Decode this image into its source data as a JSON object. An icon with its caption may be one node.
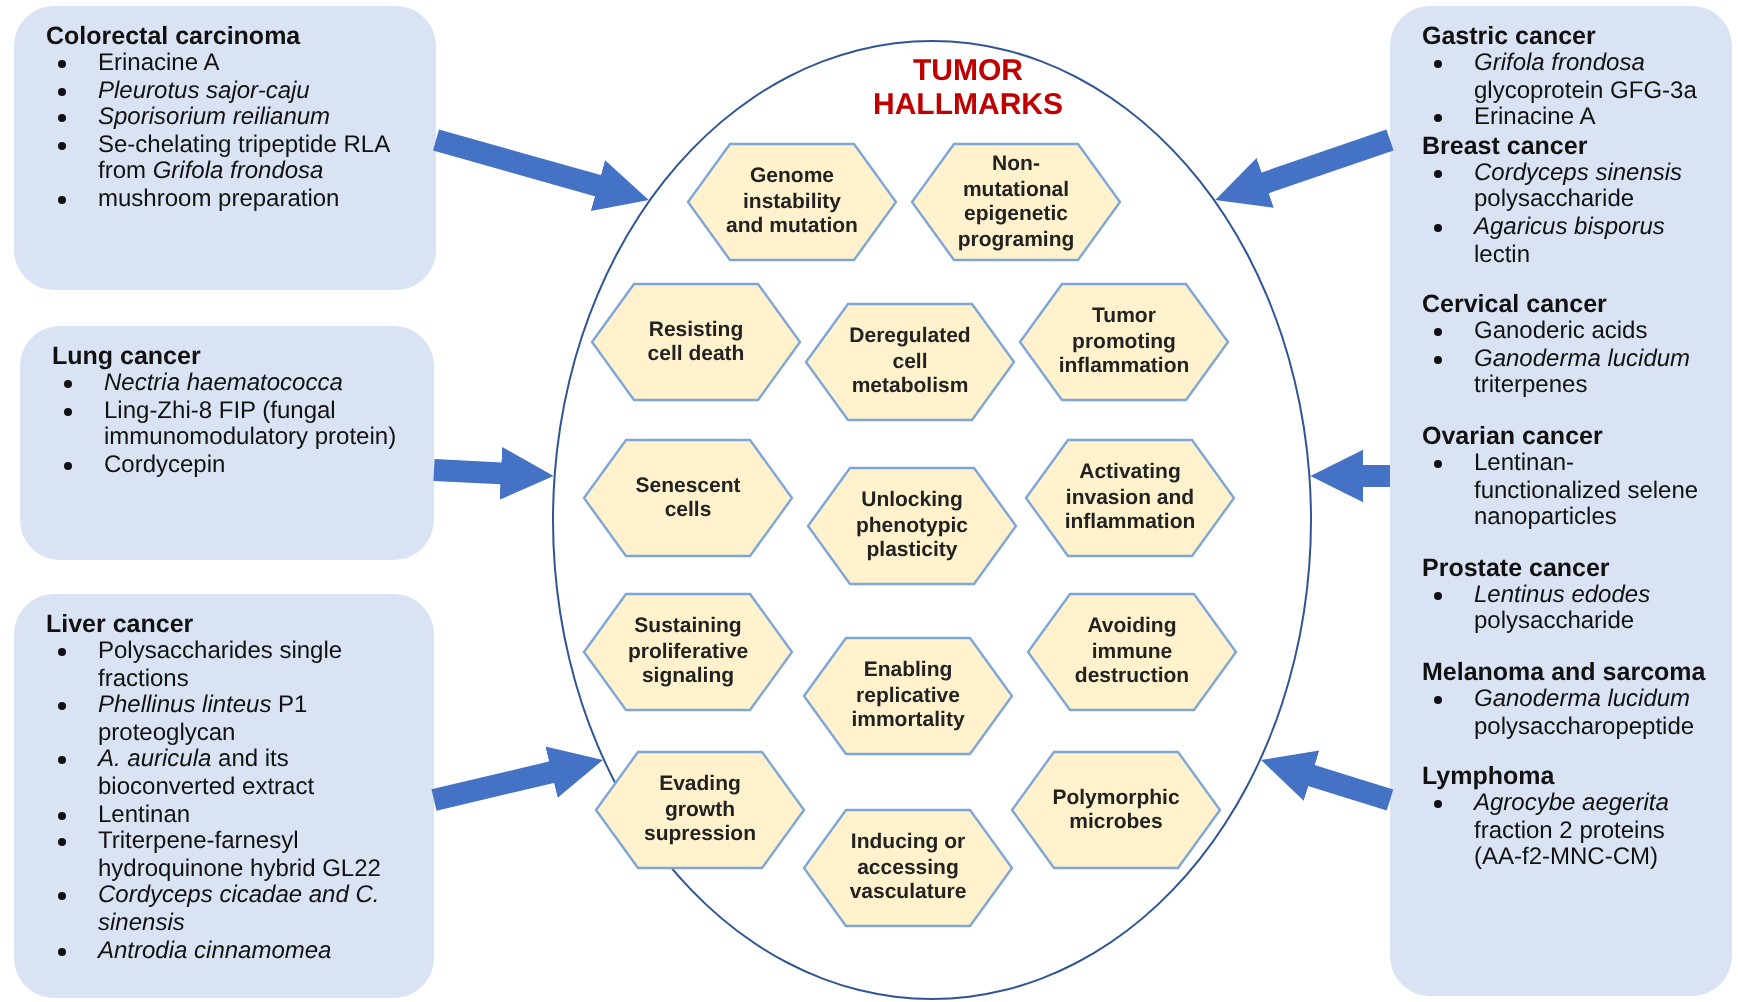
{
  "diagram": {
    "nodes": [
      {
        "text": [
          "Colorectal carcinoma",
          "Erinacine A",
          "*Pleurotus sajor-caju*",
          "*Sporisorium reilianum*",
          "Se-chelating tripeptide RLA from *Grifola frondosa*",
          "mushroom preparation"
        ]
      },
      {
        "text": [
          "Lung cancer",
          "*Nectria haematococca*",
          "Ling-Zhi-8 FIP (fungal immunomodulatory protein)",
          "Cordycepin"
        ]
      },
      {
        "text": [
          "Liver cancer",
          "Polysaccharides single fractions",
          "*Phellinus linteus* P1 proteoglycan",
          "*A. auricula* and its bioconverted extract",
          "Lentinan",
          "Triterpene-farnesyl hydroquinone hybrid GL22",
          "*Cordyceps cicadae and C. sinensis*",
          "*Antrodia cinnamomea*"
        ]
      },
      {
        "text": [
          "TUMOR HALLMARKS"
        ]
      },
      {
        "text": [
          "Genome instability and mutation"
        ],
        "in": 3
      },
      {
        "text": [
          "Non-mutational epigenetic programing"
        ],
        "in": 3
      },
      {
        "text": [
          "Resisting cell death"
        ],
        "in": 3
      },
      {
        "text": [
          "Deregulated cell metabolism"
        ],
        "in": 3
      },
      {
        "text": [
          "Tumor promoting inflammation"
        ],
        "in": 3
      },
      {
        "text": [
          "Senescent cells"
        ],
        "in": 3
      },
      {
        "text": [
          "Unlocking phenotypic plasticity"
        ],
        "in": 3
      },
      {
        "text": [
          "Activating invasion and inflammation"
        ],
        "in": 3
      },
      {
        "text": [
          "Sustaining proliferative signaling"
        ],
        "in": 3
      },
      {
        "text": [
          "Enabling replicative immortality"
        ],
        "in": 3
      },
      {
        "text": [
          "Avoiding immune destruction"
        ],
        "in": 3
      },
      {
        "text": [
          "Evading growth supression"
        ],
        "in": 3
      },
      {
        "text": [
          "Inducing or accessing vasculature"
        ],
        "in": 3
      },
      {
        "text": [
          "Polymorphic microbes"
        ],
        "in": 3
      },
      {
        "text": [
          "Gastric cancer",
          "*Grifola frondosa* glycoprotein GFG-3a",
          "Erinacine A",
          "Breast cancer",
          "*Cordyceps sinensis* polysaccharide",
          "*Agaricus bisporus* lectin",
          "Cervical cancer",
          "Ganoderic acids",
          "*Ganoderma lucidum* triterpenes",
          "Ovarian cancer",
          "Lentinan-functionalized selene nanoparticles",
          "Prostate cancer",
          "*Lentinus edodes* polysaccharide",
          "Melanoma and sarcoma",
          "*Ganoderma lucidum* polysaccharopeptide",
          "Lymphoma",
          "*Agrocybe aegerita* fraction 2 proteins (AA-f2-MNC-CM)"
        ]
      }
    ],
    "edges": [
      {
        "from": 0,
        "to": 3,
        "arrow": "to"
      },
      {
        "from": 1,
        "to": 3,
        "arrow": "to"
      },
      {
        "from": 2,
        "to": 3,
        "arrow": "to"
      },
      {
        "from": 18,
        "to": 3,
        "arrow": "to"
      },
      {
        "from": 18,
        "to": 3,
        "arrow": "to"
      },
      {
        "from": 18,
        "to": 3,
        "arrow": "to"
      }
    ]
  }
}
